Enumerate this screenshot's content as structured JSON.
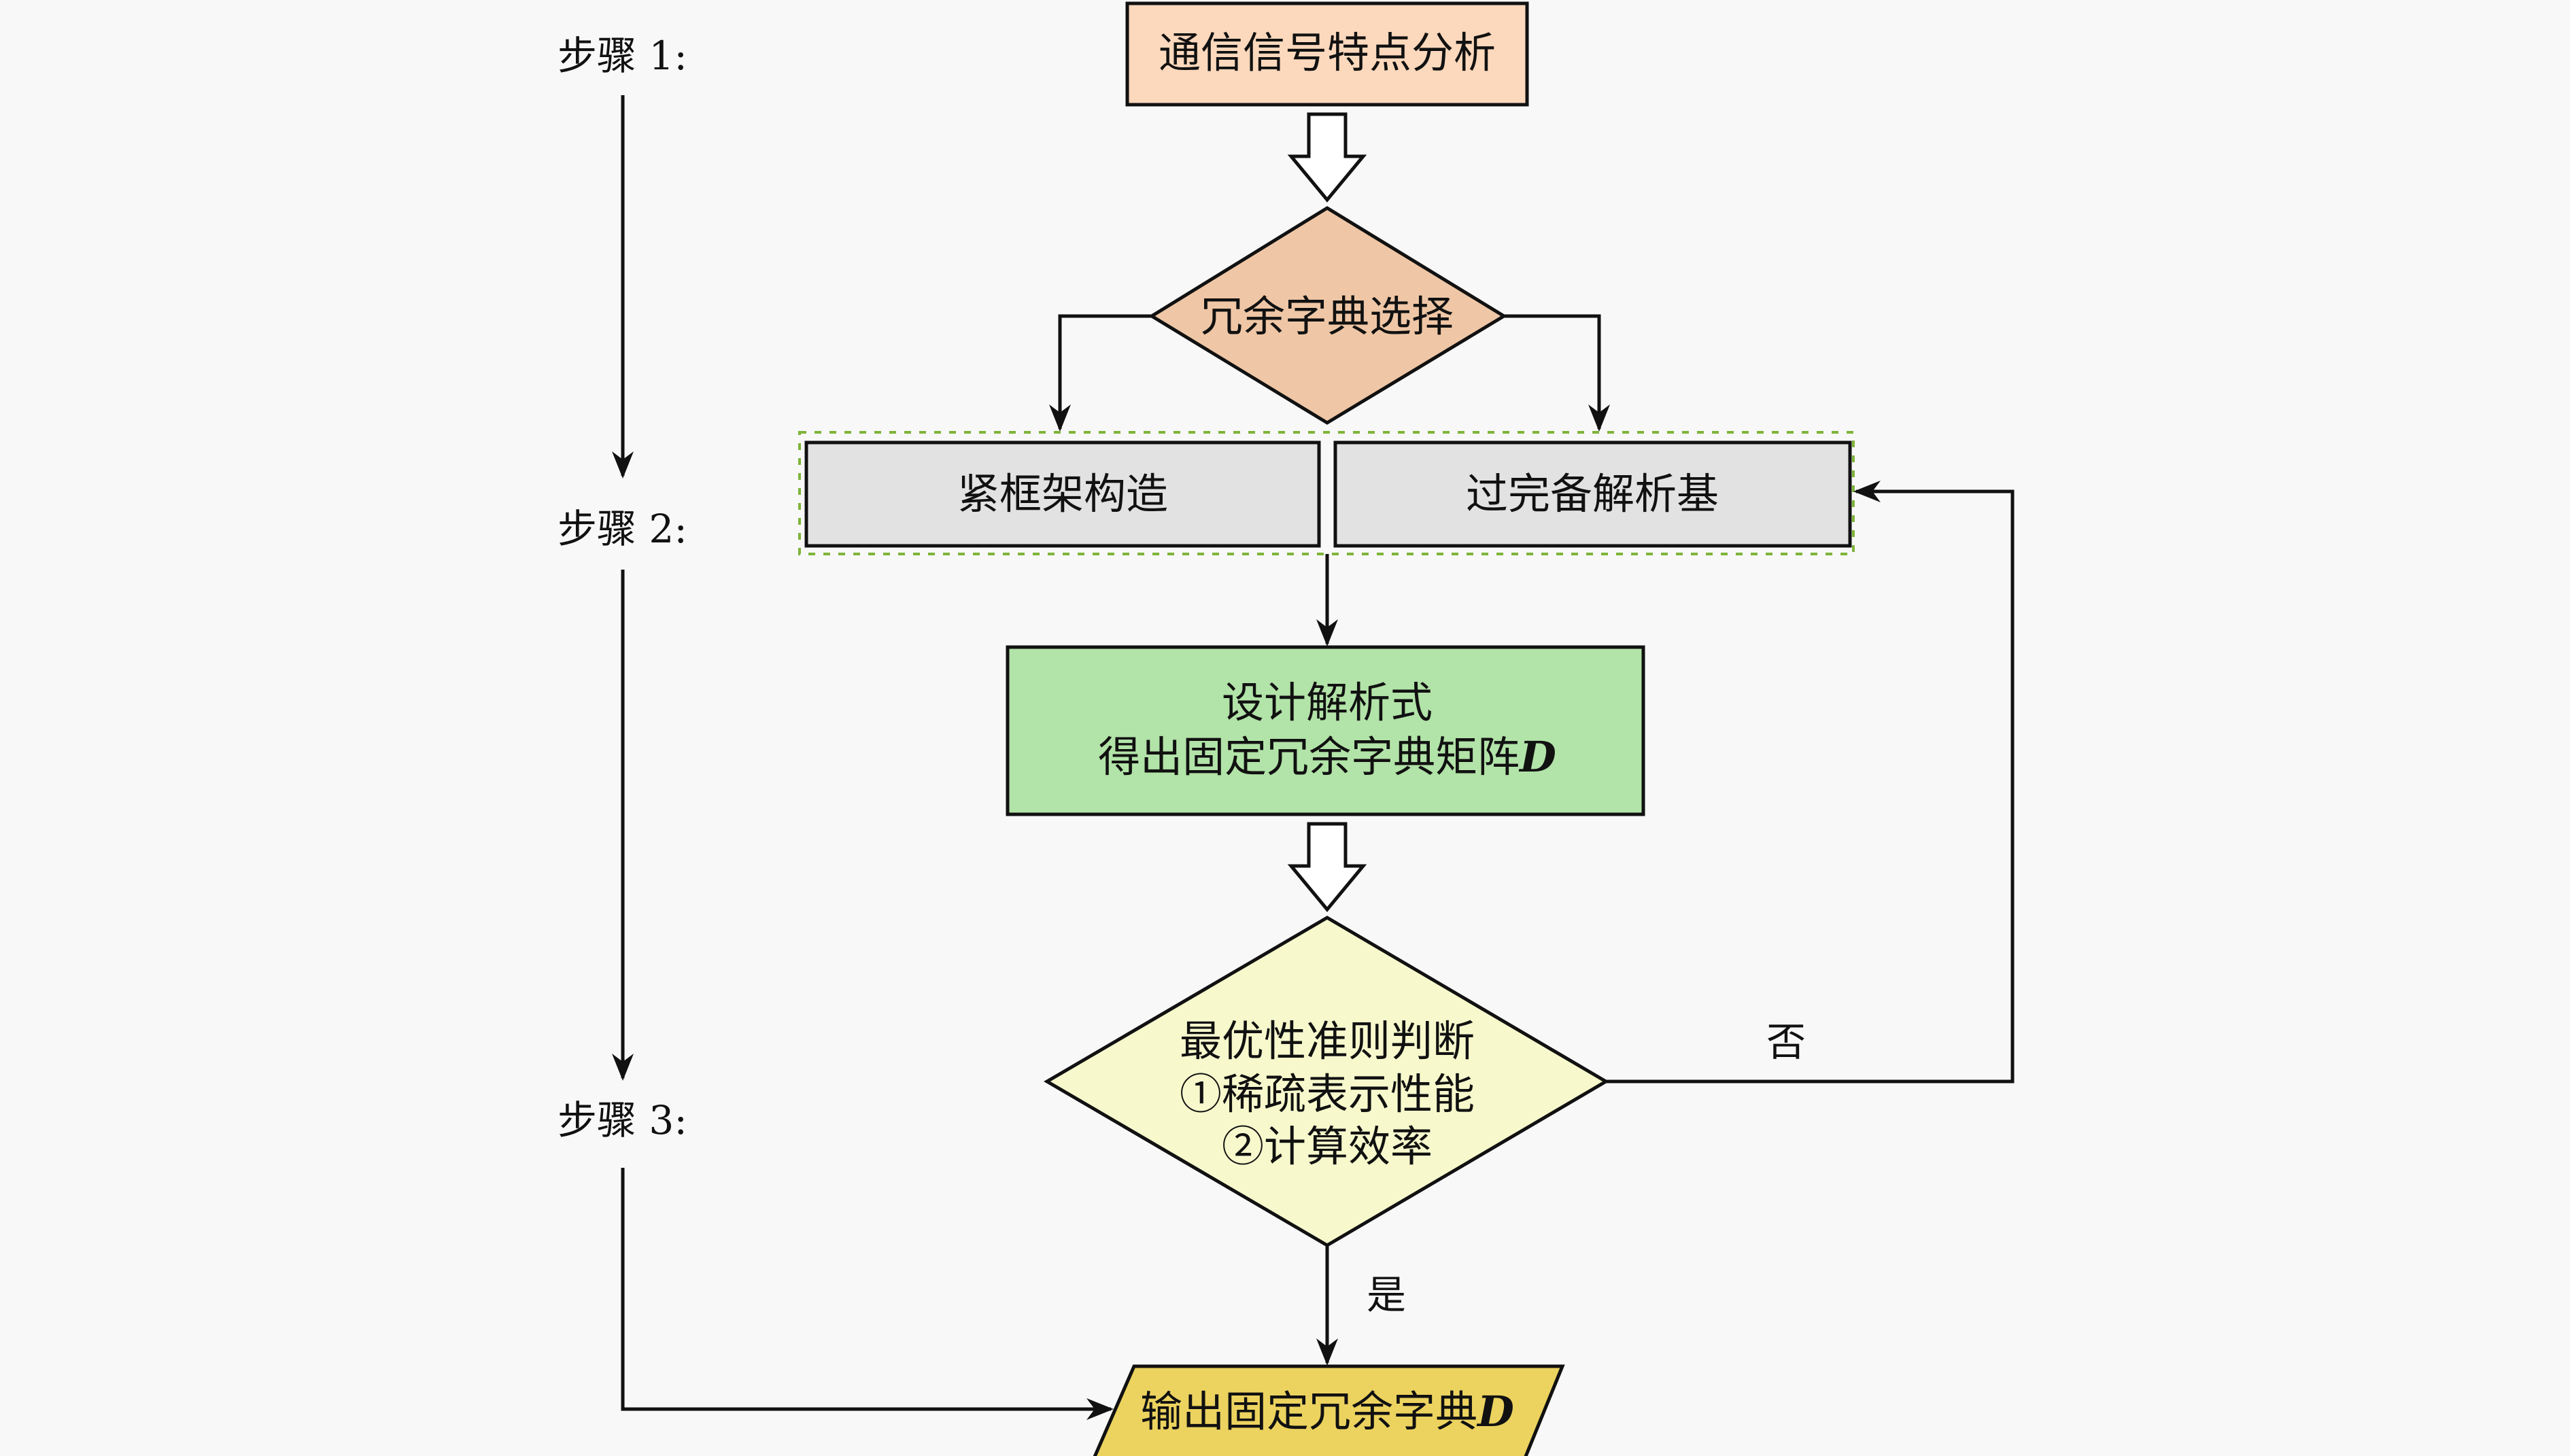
{
  "colors": {
    "background": "#f8f8f8",
    "start_fill": "#fcd8bc",
    "decision1_fill": "#efc7a6",
    "option_fill": "#e2e2e2",
    "group_border": "#7fb43a",
    "design_fill": "#b2e3a8",
    "decision2_fill": "#f7f9cd",
    "output_fill": "#ecd35f",
    "stroke": "#111111"
  },
  "steps": [
    {
      "label": "步骤 1:"
    },
    {
      "label": "步骤 2:"
    },
    {
      "label": "步骤 3:"
    }
  ],
  "nodes": {
    "start": {
      "text": "通信信号特点分析"
    },
    "dict_select": {
      "text": "冗余字典选择"
    },
    "tight_frame": {
      "text": "紧框架构造"
    },
    "overcomplete": {
      "text": "过完备解析基"
    },
    "design": {
      "line1": "设计解析式",
      "line2": "得出固定冗余字典矩阵",
      "symbol": "D"
    },
    "criterion": {
      "line1": "最优性准则判断",
      "line2": "①稀疏表示性能",
      "line3": "②计算效率"
    },
    "output": {
      "text": "输出固定冗余字典",
      "symbol": "D"
    }
  },
  "edges": {
    "no_label": "否",
    "yes_label": "是"
  }
}
